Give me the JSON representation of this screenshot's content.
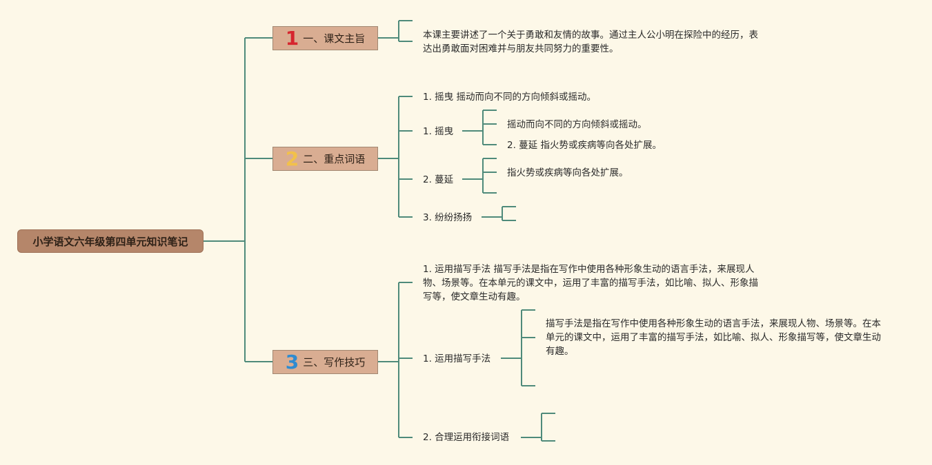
{
  "root": {
    "label": "小学语文六年级第四单元知识笔记"
  },
  "branches": [
    {
      "number": "1",
      "number_color": "#d6262f",
      "label": "一、课文主旨"
    },
    {
      "number": "2",
      "number_color": "#f2c14a",
      "label": "二、重点词语"
    },
    {
      "number": "3",
      "number_color": "#2f8bd0",
      "label": "三、写作技巧"
    }
  ],
  "theme": {
    "summary": "本课主要讲述了一个关于勇敢和友情的故事。通过主人公小明在探险中的经历，表达出勇敢面对困难并与朋友共同努力的重要性。"
  },
  "vocab": {
    "item0": "1. 摇曳 摇动而向不同的方向倾斜或摇动。",
    "item1": "1. 摇曳",
    "item1_sub0": "摇动而向不同的方向倾斜或摇动。",
    "item1_sub1": "2. 蔓延 指火势或疾病等向各处扩展。",
    "item2": "2. 蔓延",
    "item2_sub0": "指火势或疾病等向各处扩展。",
    "item3": "3. 纷纷扬扬"
  },
  "writing": {
    "item0": "1. 运用描写手法 描写手法是指在写作中使用各种形象生动的语言手法，来展现人物、场景等。在本单元的课文中，运用了丰富的描写手法，如比喻、拟人、形象描写等，使文章生动有趣。",
    "item1": "1. 运用描写手法",
    "item1_sub0": "描写手法是指在写作中使用各种形象生动的语言手法，来展现人物、场景等。在本单元的课文中，运用了丰富的描写手法，如比喻、拟人、形象描写等，使文章生动有趣。",
    "item2": "2. 合理运用衔接词语"
  },
  "colors": {
    "background": "#fdf8e8",
    "connector": "#4e8a7a",
    "root_fill": "#b5866a",
    "branch_fill": "#d9ad92"
  }
}
